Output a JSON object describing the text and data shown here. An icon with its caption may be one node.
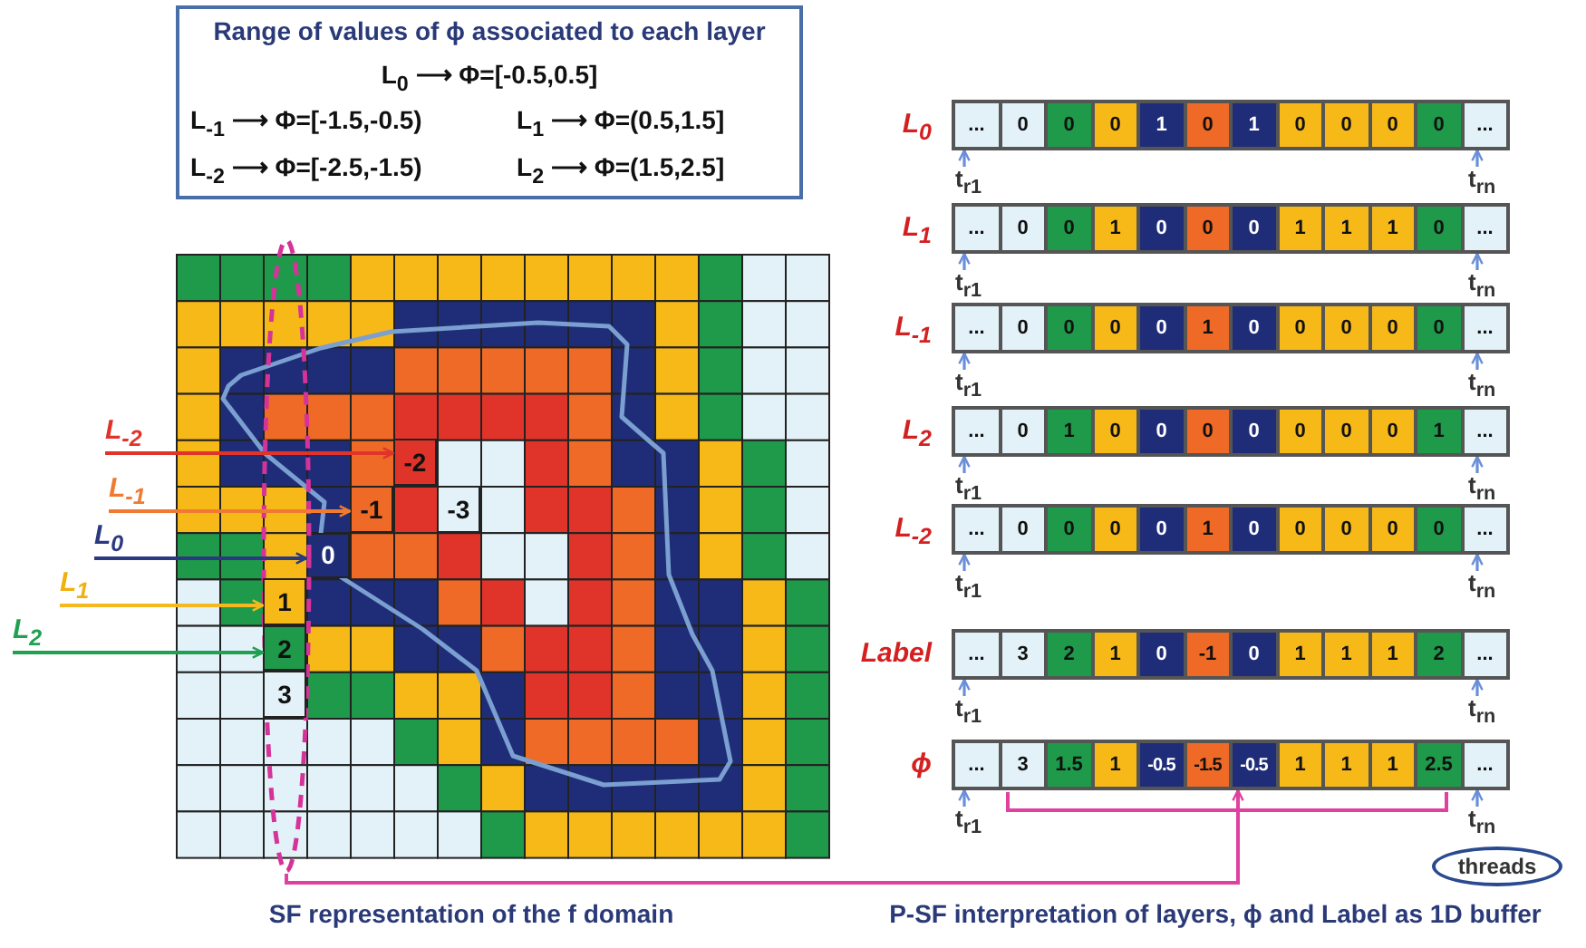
{
  "diagram": {
    "nodes": [
      {
        "text": [
          "Range of values of ϕ associated to each layer",
          "L$_{0}$ ⟶ Φ=[-0.5,0.5]",
          "L$_{-1}$ ⟶ Φ=[-1.5,-0.5)",
          "L$_{1}$ ⟶ Φ=(0.5,1.5]",
          "L$_{-2}$ ⟶ Φ=[-2.5,-1.5)",
          "L$_{2}$ ⟶ Φ=(1.5,2.5]"
        ]
      },
      {
        "text": [],
        "shape": "grid"
      },
      {
        "text": [
          "-2"
        ],
        "in": 1
      },
      {
        "text": [
          "-1"
        ],
        "in": 1
      },
      {
        "text": [
          "-3"
        ],
        "in": 1
      },
      {
        "text": [
          "0"
        ],
        "in": 1
      },
      {
        "text": [],
        "shape": "ellipse"
      },
      {
        "text": [
          "1"
        ],
        "in": 6
      },
      {
        "text": [
          "2"
        ],
        "in": 6
      },
      {
        "text": [
          "3"
        ],
        "in": 6
      },
      {
        "text": [
          "L$_{-2}$"
        ]
      },
      {
        "text": [
          "L$_{-1}$"
        ]
      },
      {
        "text": [
          "L$_{0}$"
        ]
      },
      {
        "text": [
          "L$_{1}$"
        ]
      },
      {
        "text": [
          "L$_{2}$"
        ]
      },
      {
        "text": [
          "...",
          "0",
          "0",
          "0",
          "1",
          "0",
          "1",
          "0",
          "0",
          "0",
          "0",
          "..."
        ],
        "beside": [
          "L$_{0}$"
        ]
      },
      {
        "text": [
          "...",
          "0",
          "0",
          "1",
          "0",
          "0",
          "0",
          "1",
          "1",
          "1",
          "0",
          "..."
        ],
        "beside": [
          "L$_{1}$"
        ]
      },
      {
        "text": [
          "...",
          "0",
          "0",
          "0",
          "0",
          "1",
          "0",
          "0",
          "0",
          "0",
          "0",
          "..."
        ],
        "beside": [
          "L$_{-1}$"
        ]
      },
      {
        "text": [
          "...",
          "0",
          "1",
          "0",
          "0",
          "0",
          "0",
          "0",
          "0",
          "0",
          "1",
          "..."
        ],
        "beside": [
          "L$_{2}$"
        ]
      },
      {
        "text": [
          "...",
          "0",
          "0",
          "0",
          "0",
          "1",
          "0",
          "0",
          "0",
          "0",
          "0",
          "..."
        ],
        "beside": [
          "L$_{-2}$"
        ]
      },
      {
        "text": [
          "...",
          "3",
          "2",
          "1",
          "0",
          "-1",
          "0",
          "1",
          "1",
          "1",
          "2",
          "..."
        ],
        "beside": [
          "Label"
        ]
      },
      {
        "text": [
          "...",
          "3",
          "1.5",
          "1",
          "-0.5",
          "-1.5",
          "-0.5",
          "1",
          "1",
          "1",
          "2.5",
          "..."
        ],
        "beside": [
          "ϕ"
        ]
      },
      {
        "text": [
          "t$_{r1}$"
        ]
      },
      {
        "text": [
          "t$_{rn}$"
        ]
      },
      {
        "text": [
          "t$_{r1}$"
        ]
      },
      {
        "text": [
          "t$_{rn}$"
        ]
      },
      {
        "text": [
          "t$_{r1}$"
        ]
      },
      {
        "text": [
          "t$_{rn}$"
        ]
      },
      {
        "text": [
          "t$_{r1}$"
        ]
      },
      {
        "text": [
          "t$_{rn}$"
        ]
      },
      {
        "text": [
          "t$_{r1}$"
        ]
      },
      {
        "text": [
          "t$_{rn}$"
        ]
      },
      {
        "text": [
          "t$_{r1}$"
        ]
      },
      {
        "text": [
          "t$_{rn}$"
        ]
      },
      {
        "text": [
          "t$_{r1}$"
        ]
      },
      {
        "text": [
          "t$_{rn}$"
        ]
      },
      {
        "text": [
          "threads"
        ]
      }
    ],
    "edges": [
      {
        "from": 10,
        "to": 2,
        "arrow": "to",
        "color": "#e0342a"
      },
      {
        "from": 11,
        "to": 3,
        "arrow": "to",
        "color": "#f07a30"
      },
      {
        "from": 12,
        "to": 5,
        "arrow": "to",
        "color": "#2b3a80"
      },
      {
        "from": 13,
        "to": 7,
        "arrow": "to",
        "color": "#f5b820"
      },
      {
        "from": 14,
        "to": 8,
        "arrow": "to",
        "color": "#20a050"
      },
      {
        "from": 22,
        "to": 15,
        "arrow": "to",
        "color": "#6a8fd8"
      },
      {
        "from": 23,
        "to": 15,
        "arrow": "to",
        "color": "#6a8fd8"
      },
      {
        "from": 24,
        "to": 16,
        "arrow": "to",
        "color": "#6a8fd8"
      },
      {
        "from": 25,
        "to": 16,
        "arrow": "to",
        "color": "#6a8fd8"
      },
      {
        "from": 26,
        "to": 17,
        "arrow": "to",
        "color": "#6a8fd8"
      },
      {
        "from": 27,
        "to": 17,
        "arrow": "to",
        "color": "#6a8fd8"
      },
      {
        "from": 28,
        "to": 18,
        "arrow": "to",
        "color": "#6a8fd8"
      },
      {
        "from": 29,
        "to": 18,
        "arrow": "to",
        "color": "#6a8fd8"
      },
      {
        "from": 30,
        "to": 19,
        "arrow": "to",
        "color": "#6a8fd8"
      },
      {
        "from": 31,
        "to": 19,
        "arrow": "to",
        "color": "#6a8fd8"
      },
      {
        "from": 32,
        "to": 20,
        "arrow": "to",
        "color": "#6a8fd8"
      },
      {
        "from": 33,
        "to": 20,
        "arrow": "to",
        "color": "#6a8fd8"
      },
      {
        "from": 34,
        "to": 21,
        "arrow": "to",
        "color": "#6a8fd8"
      },
      {
        "from": 35,
        "to": 21,
        "arrow": "to",
        "color": "#6a8fd8"
      },
      {
        "from": 6,
        "to": 21,
        "arrow": "to",
        "color": "#e040a0"
      }
    ],
    "labels": [
      "SF representation of the f domain",
      "P-SF interpretation of layers, ϕ and Label as 1D buffer"
    ]
  }
}
